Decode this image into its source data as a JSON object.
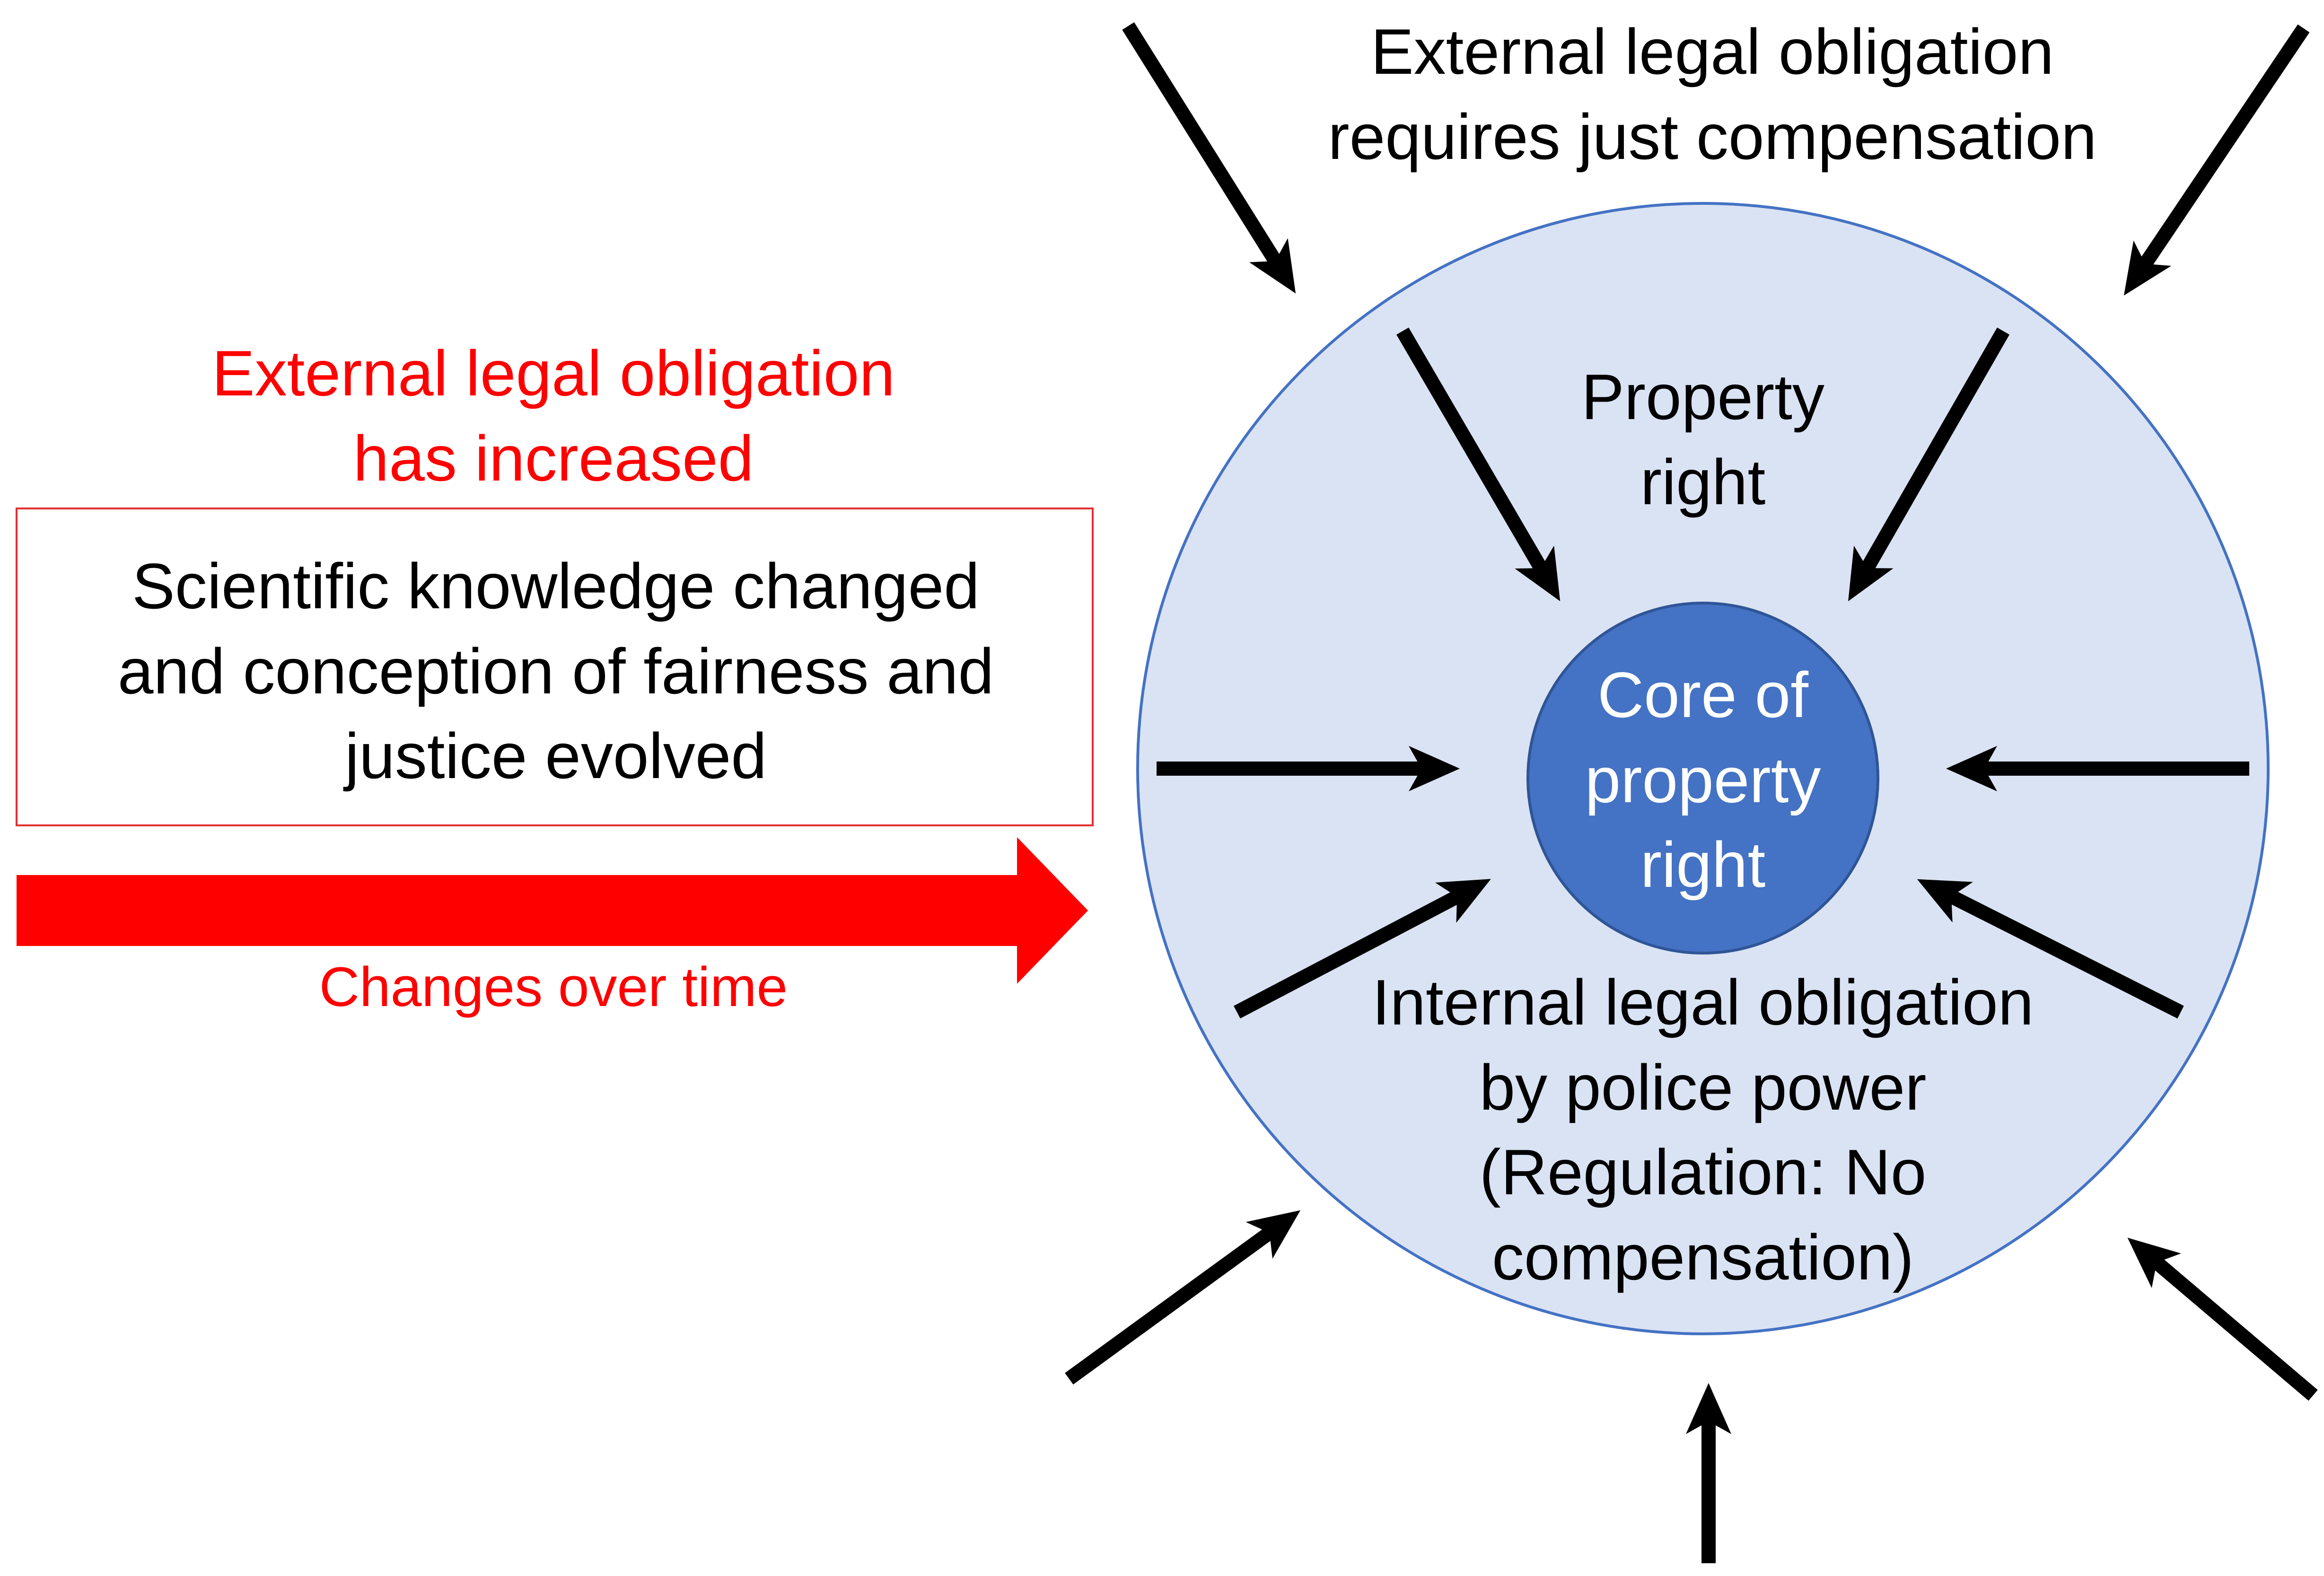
{
  "diagram": {
    "external_top": {
      "line1": "External legal obligation",
      "line2": "requires just compensation"
    },
    "external_increased": {
      "line1": "External legal obligation",
      "line2": "has increased"
    },
    "science_box": {
      "line1": "Scientific knowledge changed",
      "line2": "and conception of fairness and",
      "line3": "justice evolved"
    },
    "changes_over_time": "Changes over time",
    "property_right": {
      "line1": "Property",
      "line2": "right"
    },
    "core": {
      "line1": "Core of",
      "line2": "property",
      "line3": "right"
    },
    "internal": {
      "line1": "Internal legal obligation",
      "line2": "by police power",
      "line3": "(Regulation: No",
      "line4": "compensation)"
    }
  },
  "colors": {
    "outer_circle_fill": "#dae3f3",
    "outer_circle_stroke": "#4472c4",
    "core_circle_fill": "#4472c4",
    "core_circle_stroke": "#2f5597",
    "accent_red": "#ff0000",
    "arrow": "#000000"
  }
}
